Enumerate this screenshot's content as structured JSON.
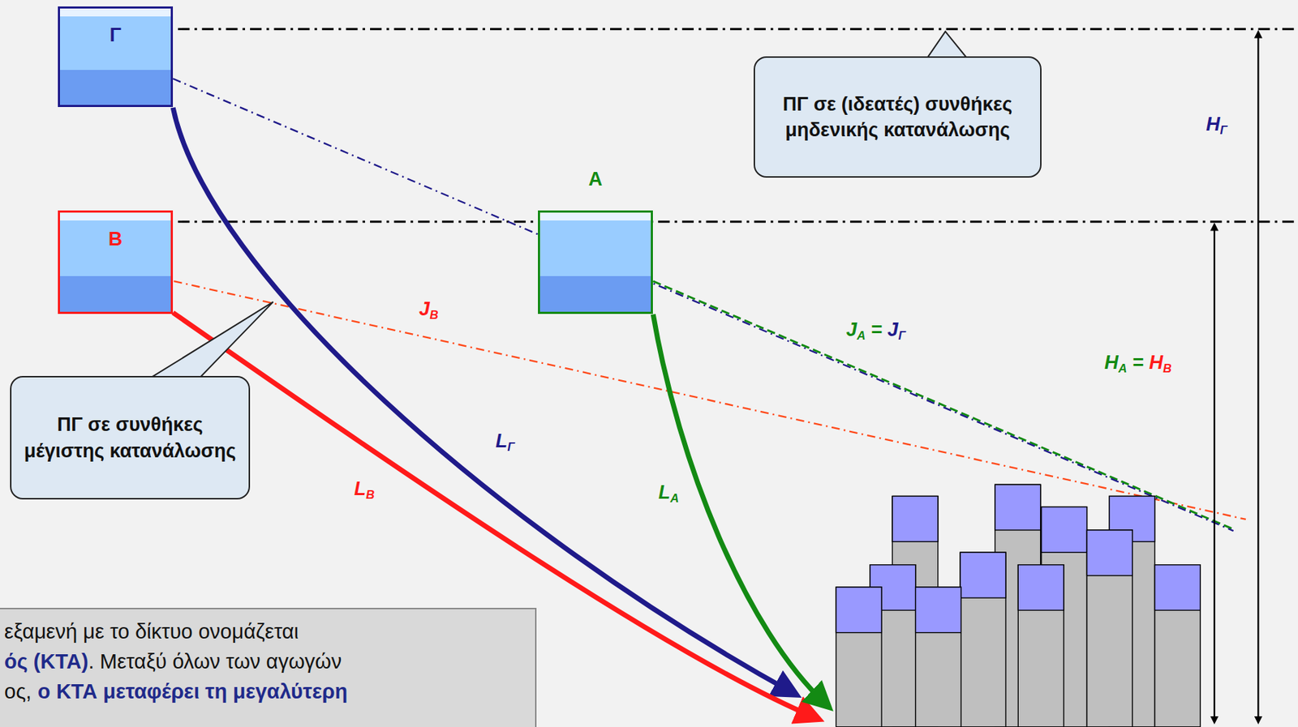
{
  "diagram": {
    "nodes": [
      {
        "text": [
          "Γ"
        ]
      },
      {
        "text": [
          "ΠΓ σε (ιδεατές) συνθήκες μηδενικής κατανάλωσης"
        ]
      },
      {
        "text": [
          "Α"
        ]
      },
      {
        "text": [
          "Β"
        ]
      },
      {
        "text": [
          "ΠΓ σε συνθήκες μέγιστης κατανάλωσης"
        ]
      },
      {
        "text": [
          "εξαμενή με το δίκτυο ονομάζεται",
          "ός (ΚΤΑ)",
          ". Μεταξύ όλων των αγωγών",
          "ος,",
          "ο ΚΤΑ μεταφέρει τη μεγαλύτερη"
        ]
      }
    ],
    "labels": [
      "HΓ",
      "JΒ",
      "JΑ = JΓ",
      "HΑ = HΒ",
      "LΓ",
      "LΒ",
      "LΑ"
    ]
  }
}
